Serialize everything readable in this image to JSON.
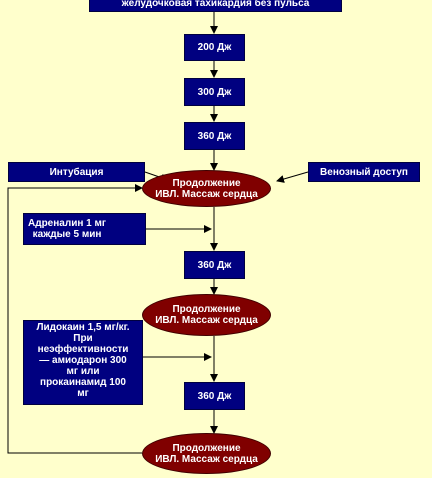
{
  "header": {
    "label": "желудочковая тахикардия без пульса"
  },
  "shocks": [
    {
      "label": "200 Дж"
    },
    {
      "label": "300 Дж"
    },
    {
      "label": "360 Дж"
    },
    {
      "label": "360 Дж"
    },
    {
      "label": "360 Дж"
    }
  ],
  "side": {
    "intubation": "Интубация",
    "venous_access": "Венозный доступ",
    "adrenaline": "Адреналин 1 мг\nкаждые 5 мин",
    "lidocaine": "Лидокаин 1,5 мг/кг.\nПри\nнеэффективности\n— амиодарон 300\nмг или\nпрокаинамид 100\nмг"
  },
  "cpr": [
    {
      "label": "Продолжение\nИВЛ. Массаж сердца"
    },
    {
      "label": "Продолжение\nИВЛ. Массаж сердца"
    },
    {
      "label": "Продолжение\nИВЛ. Массаж сердца"
    }
  ],
  "colors": {
    "background": "#ffffcc",
    "box": "#000080",
    "ellipse": "#800000",
    "line": "#000000"
  }
}
